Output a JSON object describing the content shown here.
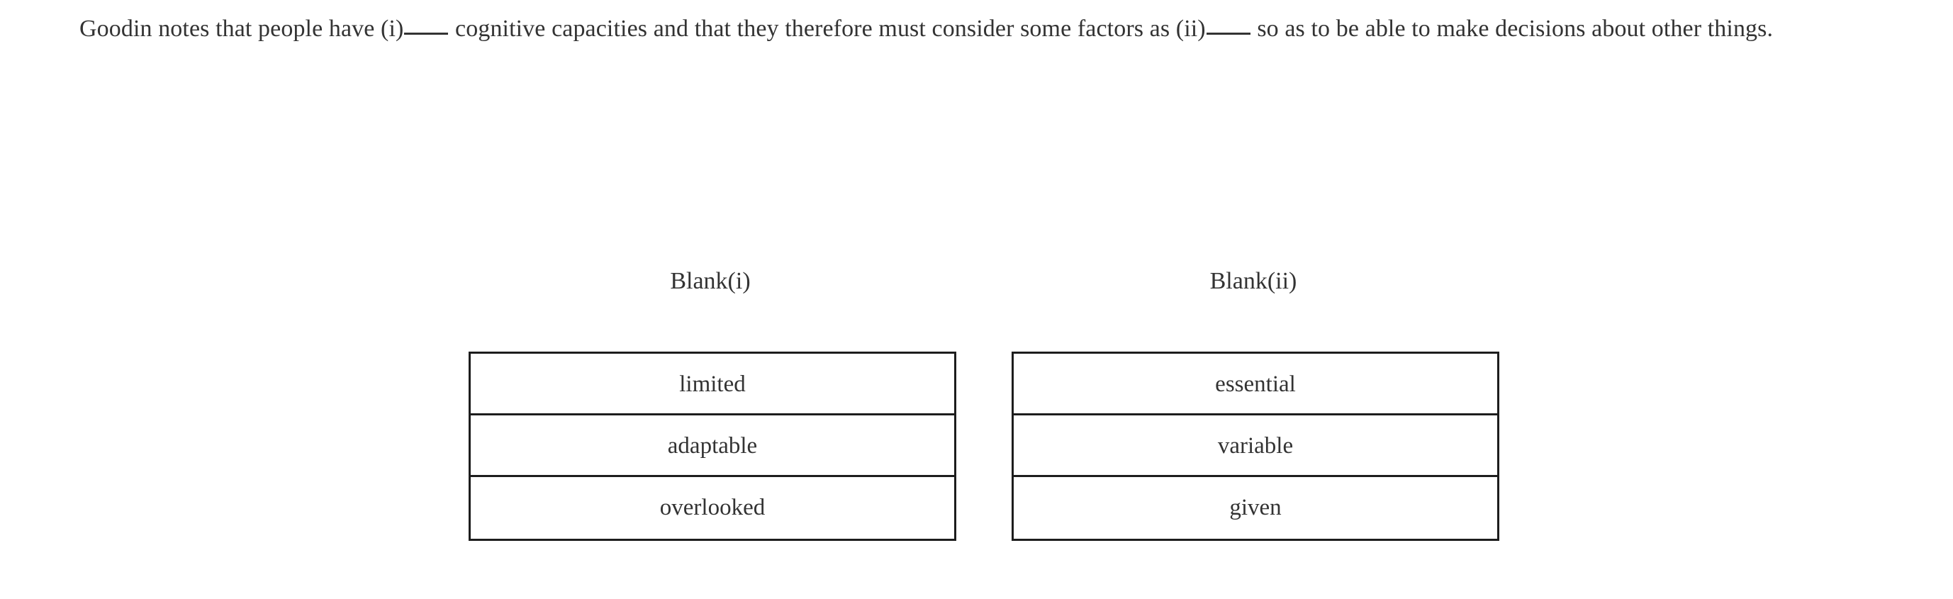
{
  "question": {
    "segments": [
      {
        "type": "text",
        "value": "Goodin notes that people have (i)"
      },
      {
        "type": "blank",
        "value": "_____"
      },
      {
        "type": "text",
        "value": " cognitive capacities and that they therefore must consider some factors as (ii)"
      },
      {
        "type": "blank",
        "value": "_____"
      },
      {
        "type": "text",
        "value": " so as to be able to make decisions about other things."
      }
    ],
    "full_text": "Goodin notes that people have (i)_____ cognitive capacities and that they therefore must consider some factors as (ii)_____ so as to be able to make decisions about other things.",
    "part_one": "Goodin notes that people have (i)",
    "part_two": " cognitive capacities and that they therefore must consider some factors as (ii)",
    "part_three": " so as to be able to make decisions about other things."
  },
  "answer_columns": [
    {
      "header": "Blank(i)",
      "choices": [
        {
          "label": "limited"
        },
        {
          "label": "adaptable"
        },
        {
          "label": "overlooked"
        }
      ]
    },
    {
      "header": "Blank(ii)",
      "choices": [
        {
          "label": "essential"
        },
        {
          "label": "variable"
        },
        {
          "label": "given"
        }
      ]
    }
  ],
  "colors": {
    "text": "#333333",
    "border": "#1d1d1d",
    "background": "#ffffff"
  }
}
